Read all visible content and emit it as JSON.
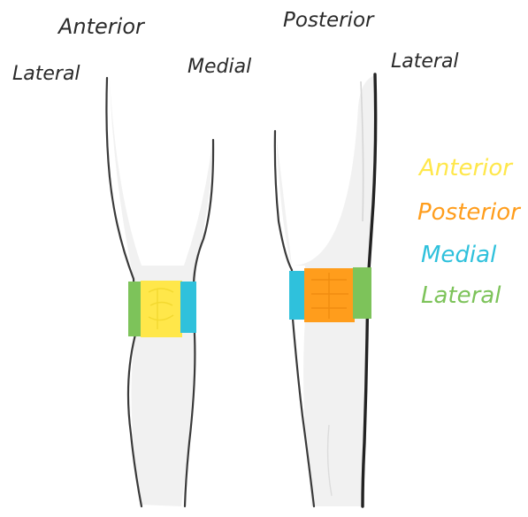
{
  "front_view": {
    "title": "Anterior",
    "left_side_label": "Lateral",
    "right_side_label": "Medial"
  },
  "back_view": {
    "title": "Posterior",
    "right_side_label": "Lateral"
  },
  "legend": [
    {
      "label": "Anterior",
      "color": "#ffe74a"
    },
    {
      "label": "Posterior",
      "color": "#ff9d1c"
    },
    {
      "label": "Medial",
      "color": "#2fc1dc"
    },
    {
      "label": "Lateral",
      "color": "#7dc35a"
    }
  ],
  "line_color": "#3a3a3a"
}
